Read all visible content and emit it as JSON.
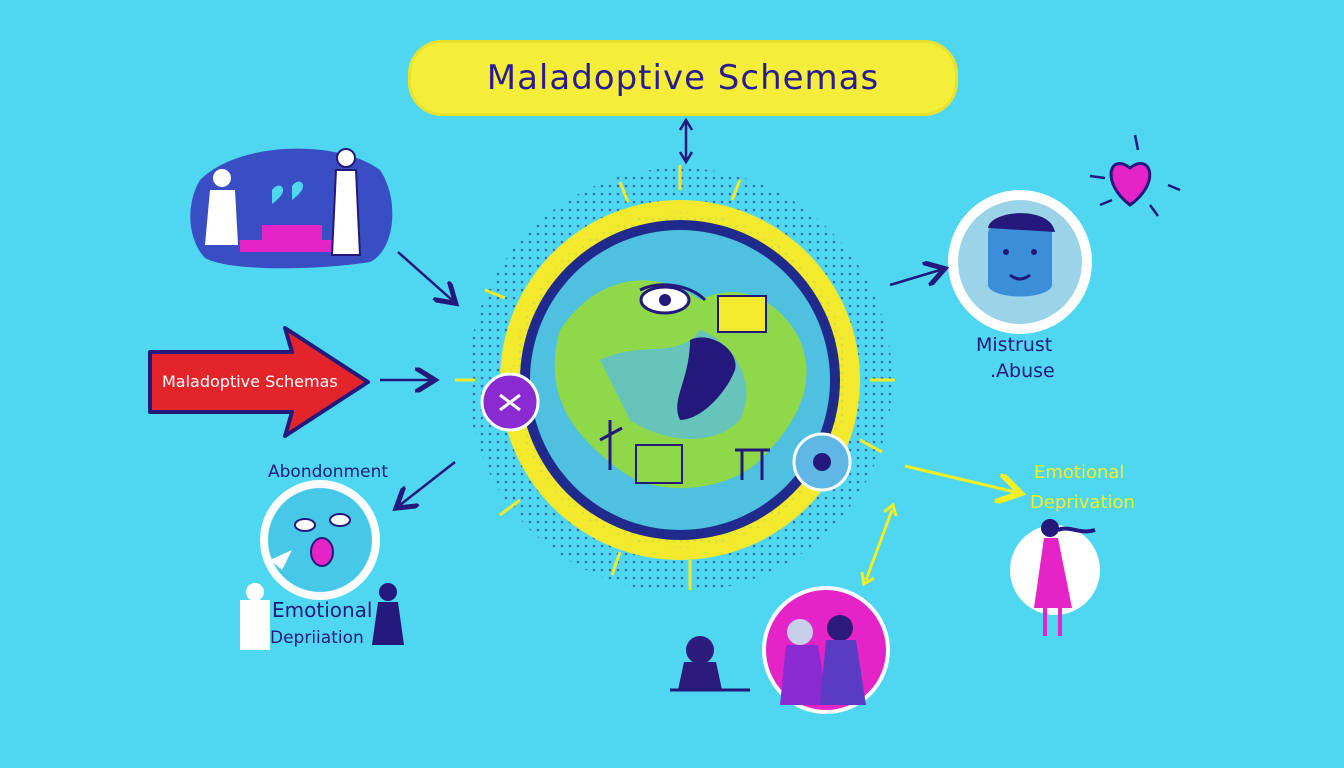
{
  "title": "Maladoptive Schemas",
  "arrow_label": "Maladoptive Schemas",
  "labels": {
    "mistrust_line1": "Mistrust",
    "mistrust_line2": ".Abuse",
    "abandonment": "Abondonment",
    "emotional_right_line1": "Emotional",
    "emotional_right_line2": "Deprivation",
    "emotional_left_line1": "Emotional",
    "emotional_left_line2": "Depriiation"
  },
  "colors": {
    "background": "#4fd6f0",
    "title_pill": "#f4ee3a",
    "navy": "#24197a",
    "yellow": "#f6ef22",
    "magenta": "#e524c8",
    "red": "#e3242b",
    "green": "#8fd84a"
  }
}
